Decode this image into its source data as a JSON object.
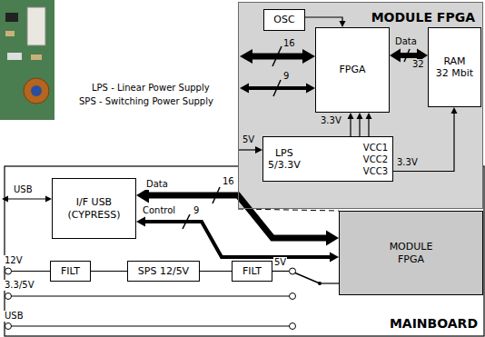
{
  "diagram": {
    "nodes": [
      {
        "text": [
          "MODULE FPGA"
        ]
      },
      {
        "text": [
          "OSC"
        ],
        "in": 0
      },
      {
        "text": [
          "FPGA"
        ],
        "in": 0
      },
      {
        "text": [
          "RAM",
          "32 Mbit"
        ],
        "in": 0
      },
      {
        "text": [
          "LPS 5/3.3V",
          "VCC1",
          "VCC2",
          "VCC3"
        ],
        "in": 0
      },
      {
        "text": [
          "MAINBOARD"
        ]
      },
      {
        "text": [
          "I/F USB (CYPRESS)"
        ],
        "in": 5
      },
      {
        "text": [
          "MODULE FPGA"
        ],
        "in": 5
      },
      {
        "text": [
          "FILT"
        ],
        "in": 5
      },
      {
        "text": [
          "SPS 12/5V"
        ],
        "in": 5
      },
      {
        "text": [
          "FILT"
        ],
        "in": 5
      }
    ],
    "edges": [
      {
        "from": 1,
        "to": 2,
        "arrow": "to"
      },
      {
        "from": 2,
        "to": 3,
        "label": "Data",
        "arrow": "both"
      },
      {
        "from": 4,
        "to": 2,
        "label": "3.3V",
        "arrow": "to"
      },
      {
        "from": 4,
        "to": 2,
        "arrow": "to"
      },
      {
        "from": 4,
        "to": 2,
        "arrow": "to"
      },
      {
        "from": 4,
        "to": 3,
        "label": "3.3V",
        "arrow": "to"
      },
      {
        "from": 6,
        "to": 7,
        "label": "Data",
        "arrow": "both"
      },
      {
        "from": 6,
        "to": 7,
        "label": "Control",
        "arrow": "both"
      },
      {
        "from": 8,
        "to": 9,
        "arrow": "none"
      },
      {
        "from": 9,
        "to": 10,
        "arrow": "none"
      }
    ],
    "labels": [
      "16",
      "9",
      "32",
      "5V",
      "LPS - Linear Power Supply",
      "SPS - Switching Power Supply",
      "16",
      "9",
      "USB",
      "12V",
      "3.3/5V",
      "USB",
      "5V"
    ]
  }
}
